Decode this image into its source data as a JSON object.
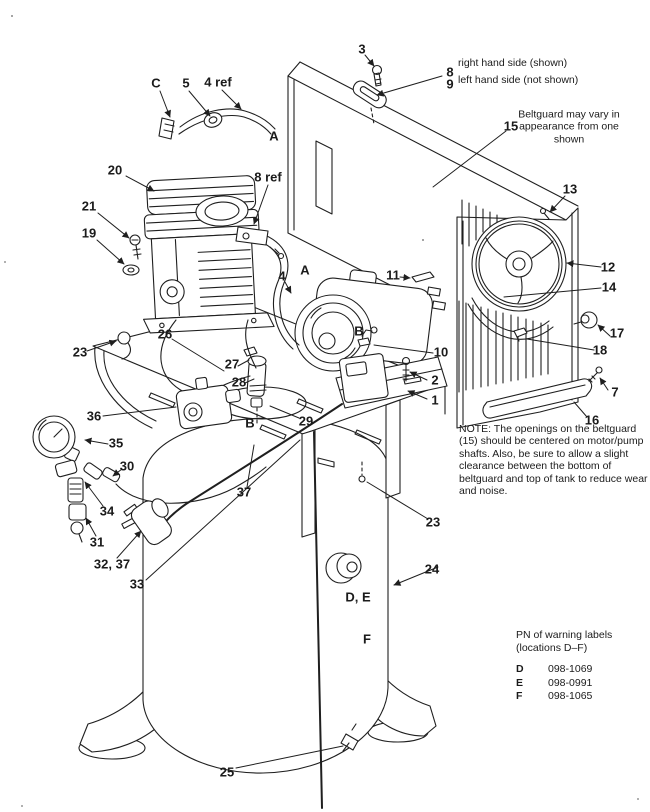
{
  "callouts": [
    "3",
    "8",
    "9",
    "right hand side (shown)",
    "left hand side (not shown)",
    "15",
    "Beltguard may vary in\nappearance from one\nshown",
    "C",
    "5",
    "4 ref",
    "A",
    "20",
    "8 ref",
    "21",
    "19",
    "13",
    "12",
    "14",
    "11",
    "4",
    "A",
    "17",
    "18",
    "B",
    "10",
    "2",
    "1",
    "7",
    "16",
    "23",
    "26",
    "27",
    "28",
    "29",
    "36",
    "35",
    "30",
    "34",
    "31",
    "32, 37",
    "33",
    "37",
    "B",
    "23",
    "24",
    "D, E",
    "F",
    "25"
  ],
  "notes": {
    "main_note": "NOTE: The openings on the beltguard\n(15) should be centered on motor/pump\nshafts. Also, be sure to allow a slight\nclearance between the bottom of\nbeltguard and top of tank to reduce wear\nand noise.",
    "pn_title": "PN of warning labels\n(locations D–F)",
    "pn_rows": [
      {
        "loc": "D",
        "pn": "098-1069"
      },
      {
        "loc": "E",
        "pn": "098-0991"
      },
      {
        "loc": "F",
        "pn": "098-1065"
      }
    ]
  },
  "colors": {
    "ink": "#1f1f1f",
    "paper": "#ffffff"
  }
}
